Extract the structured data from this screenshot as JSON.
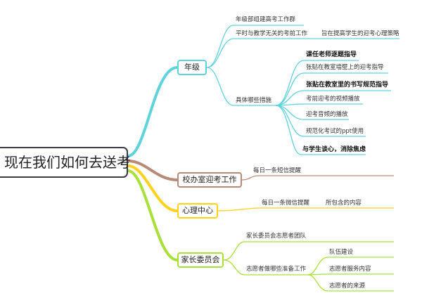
{
  "root": {
    "title": "现在我们如何去送考"
  },
  "colors": {
    "root_border": "#3a3a48",
    "grade": "#5fd3dc",
    "school_office": "#b88b78",
    "psych": "#ffd21e",
    "parents": "#a9e03a"
  },
  "branches": {
    "grade": {
      "label": "年级",
      "items": {
        "group": "年级部组建高考工作群",
        "non_teaching": "平时与教学无关的考前工作",
        "non_teaching_note": "旨在提高学生的迎考心理策略",
        "measures": "具体哪些措施",
        "measure_list": [
          "课任老师逐题指导",
          "张贴在教室墙壁上的迎考指导",
          "张贴在教室里的书写规范指导",
          "考前迎考的视频播放",
          "迎考音频的播放",
          "规范化考试的ppt使用",
          "与学生谈心，消除焦虑"
        ]
      }
    },
    "school_office": {
      "label": "校办室迎考工作",
      "items": {
        "sms": "每日一条短信提醒"
      }
    },
    "psych": {
      "label": "心理中心",
      "items": {
        "wechat": "每日一条微信提醒",
        "content": "所包含的内容"
      }
    },
    "parents": {
      "label": "家长委员会",
      "items": {
        "team": "家长委员会志愿者团队",
        "prep": "志愿者做哪些准备工作",
        "prep_list": [
          "队伍建设",
          "志愿者服务内容",
          "志愿者的来源"
        ]
      }
    }
  }
}
